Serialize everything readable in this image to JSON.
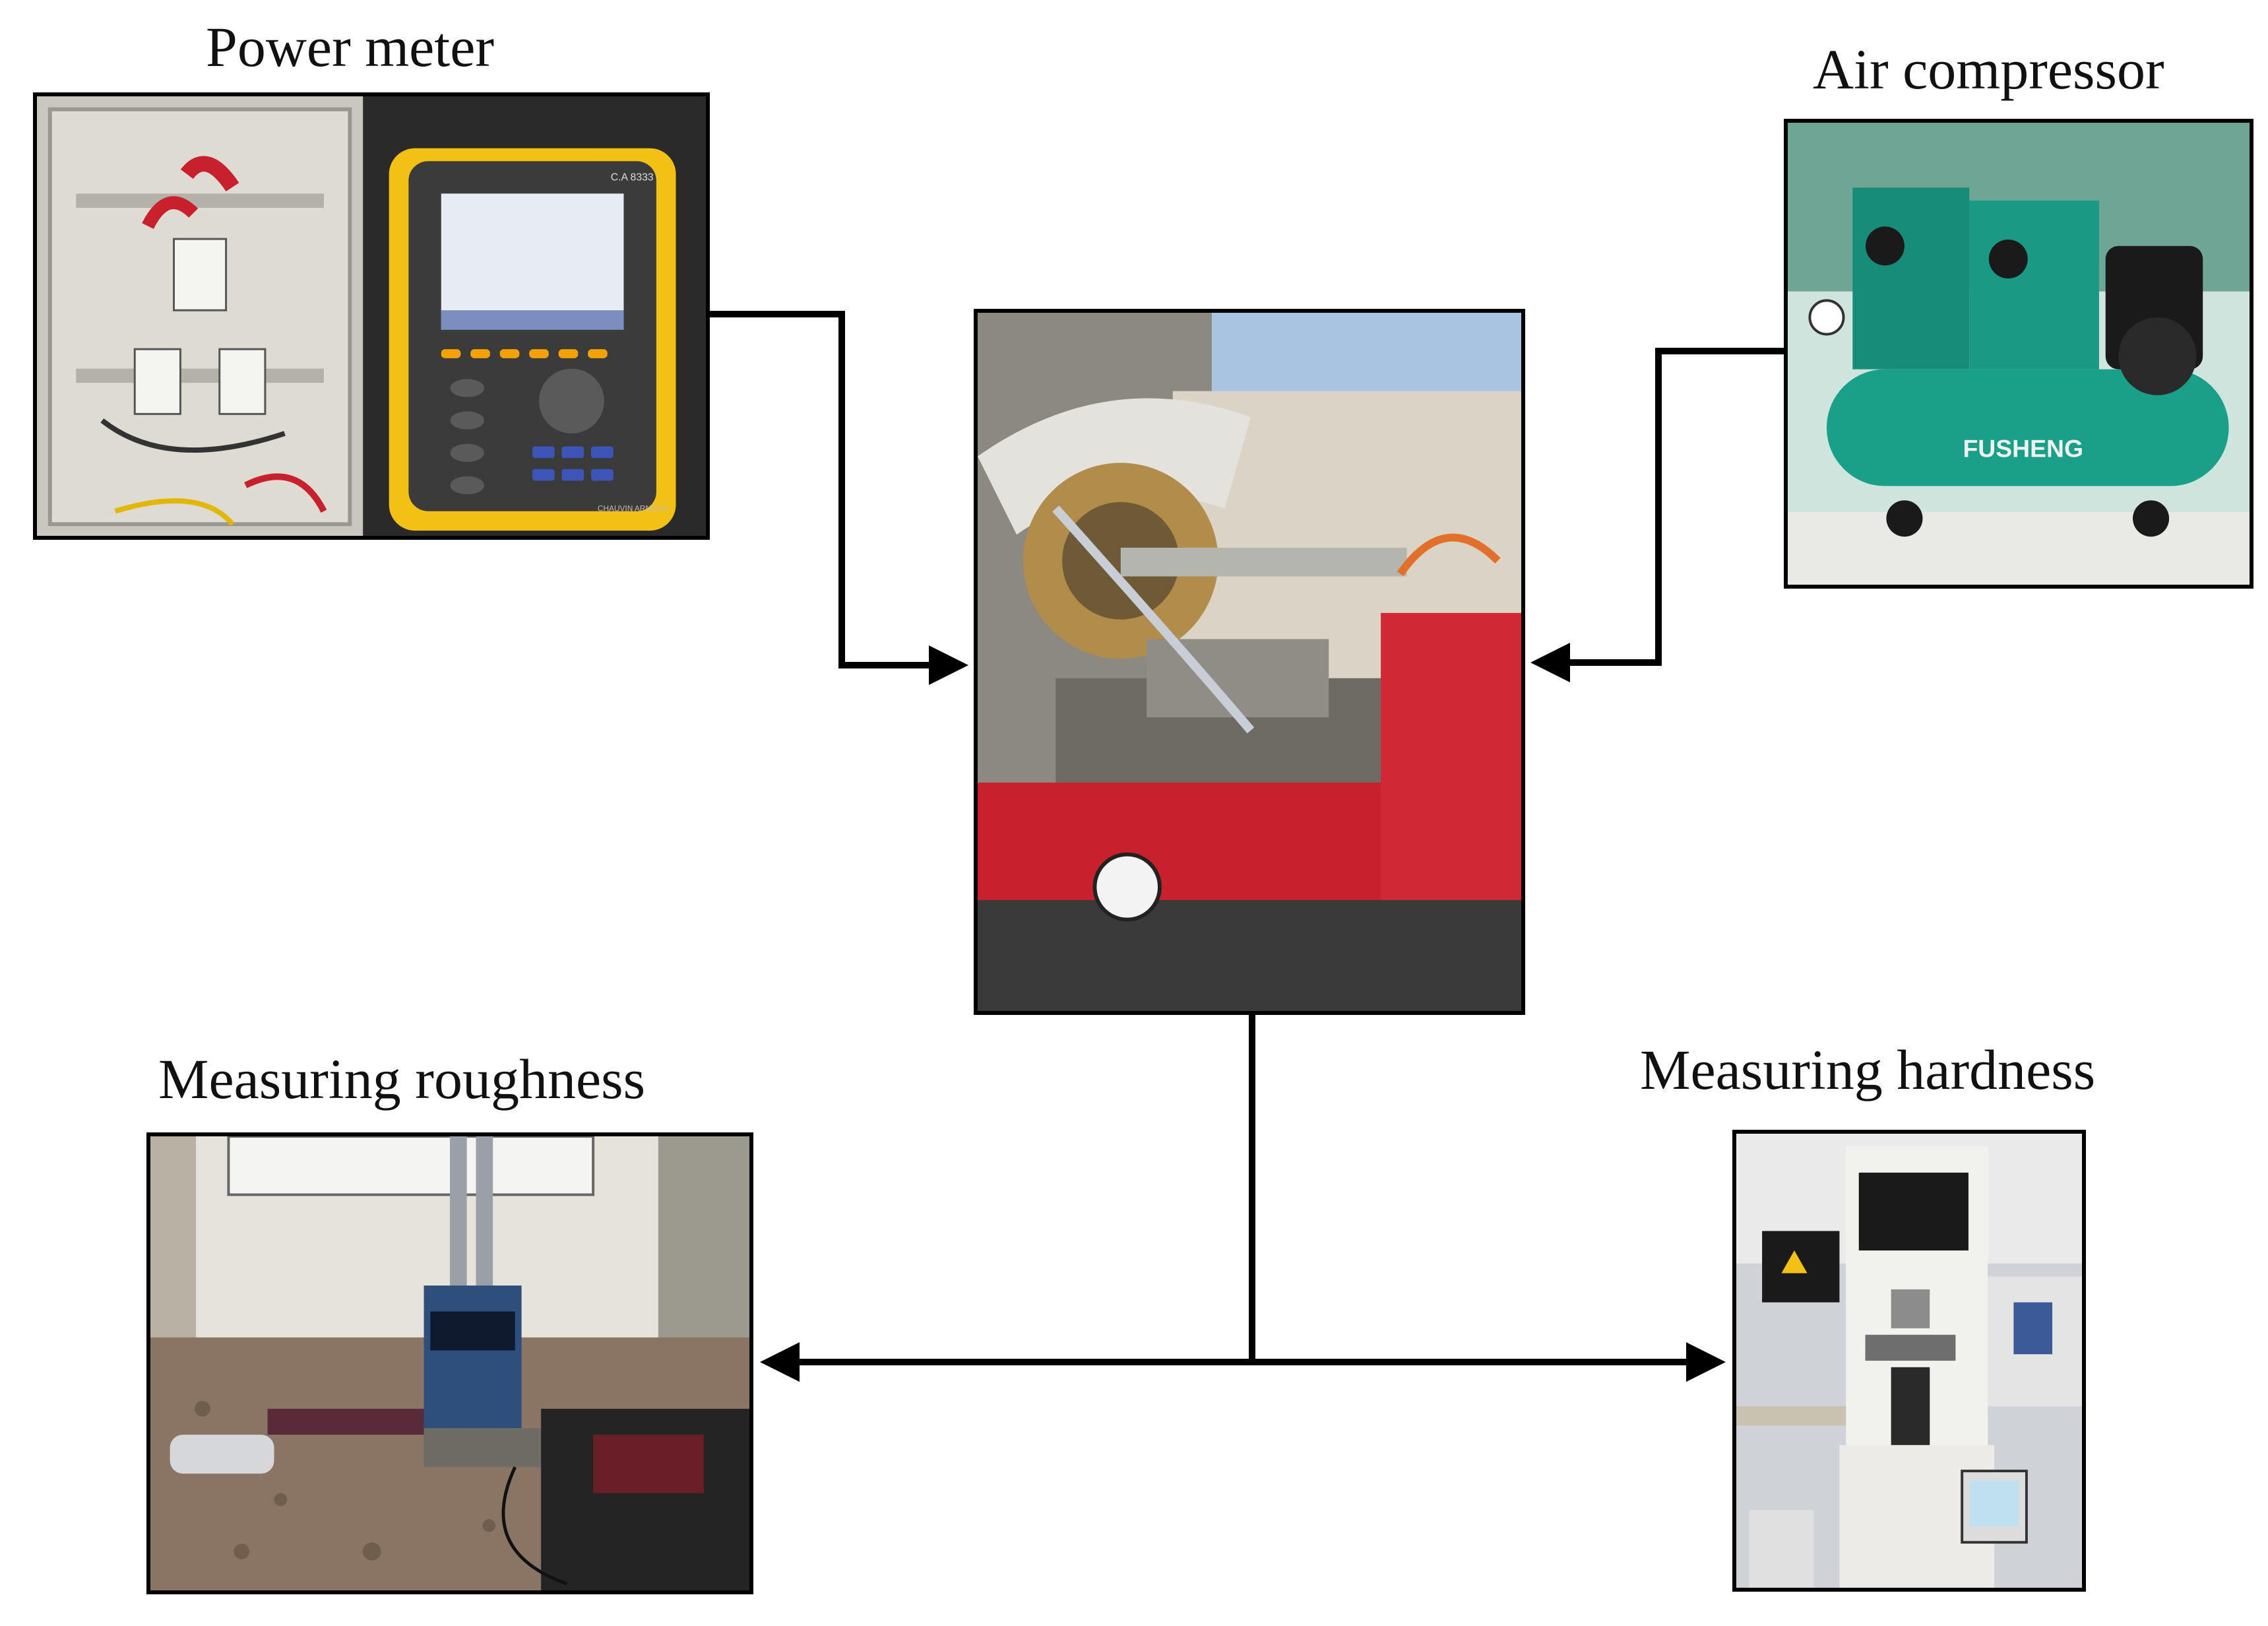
{
  "labels": {
    "power_meter": "Power meter",
    "air_compressor": "Air compressor",
    "measuring_roughness": "Measuring roughness",
    "measuring_hardness": "Measuring hardness"
  },
  "photo_text": {
    "meter_model": "C.A 8333",
    "meter_brand": "CHAUVIN ARNOUX",
    "compressor_brand": "FUSHENG"
  },
  "colors": {
    "connector": "#000000",
    "compressor_green": "#1aa089",
    "meter_yellow": "#f2c114",
    "lathe_red": "#c8202c"
  }
}
